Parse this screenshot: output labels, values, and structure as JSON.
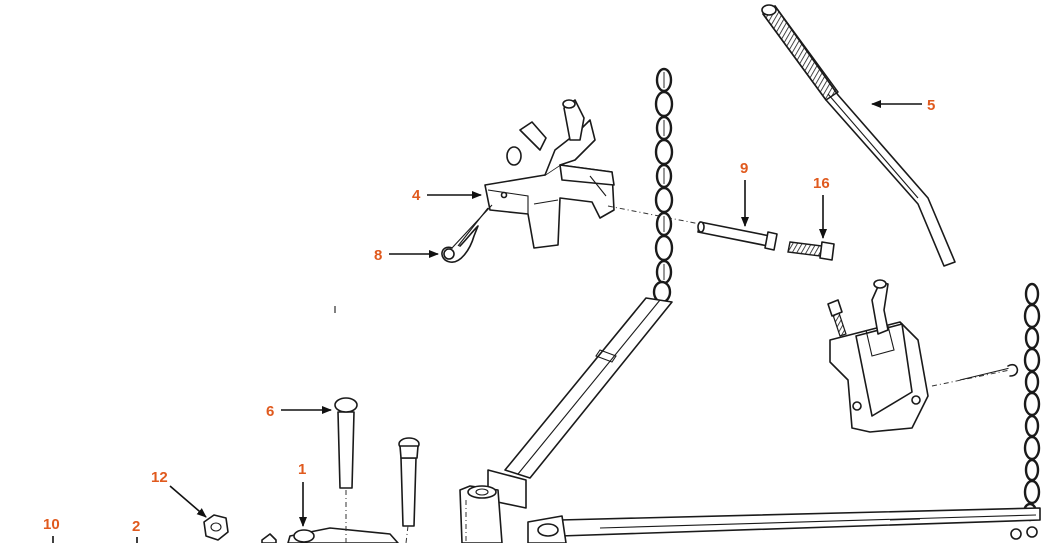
{
  "colors": {
    "callout": "#e05a1e",
    "line": "#1a1a1a"
  },
  "callouts": {
    "c1": "1",
    "c2": "2",
    "c4": "4",
    "c5": "5",
    "c6": "6",
    "c8": "8",
    "c9": "9",
    "c10": "10",
    "c12": "12",
    "c16": "16"
  }
}
